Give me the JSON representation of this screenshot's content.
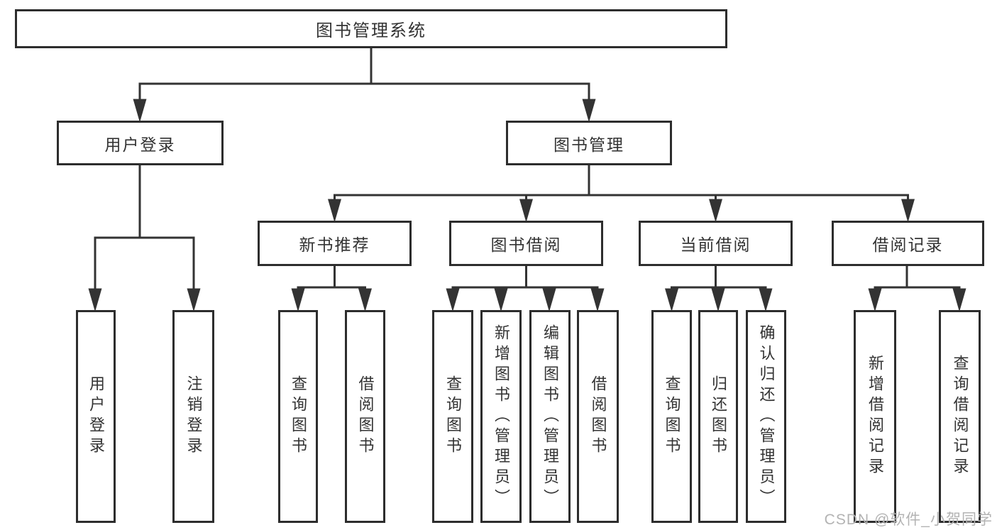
{
  "nodes": {
    "root": "图书管理系统",
    "user_login": "用户登录",
    "book_management": "图书管理",
    "new_book_recommendation": "新书推荐",
    "book_borrowing": "图书借阅",
    "current_borrowing": "当前借阅",
    "borrowing_records": "借阅记录",
    "leaf_user_login": "用户登录",
    "leaf_logout": "注销登录",
    "leaf_query_books_a": "查询图书",
    "leaf_borrow_books_a": "借阅图书",
    "leaf_query_books_b": "查询图书",
    "leaf_add_books_admin": "新增图书（管理员）",
    "leaf_edit_books_admin": "编辑图书（管理员）",
    "leaf_borrow_books_b": "借阅图书",
    "leaf_query_books_c": "查询图书",
    "leaf_return_books": "归还图书",
    "leaf_confirm_return_admin": "确认归还（管理员）",
    "leaf_add_borrow_record": "新增借阅记录",
    "leaf_query_borrow_record": "查询借阅记录"
  },
  "watermark": {
    "text": "CSDN @软件_小贺同学"
  },
  "colors": {
    "line": "#333333",
    "box_border": "#2d2d2d",
    "text": "#333333",
    "watermark": "#b3b3b3",
    "background": "#ffffff"
  }
}
